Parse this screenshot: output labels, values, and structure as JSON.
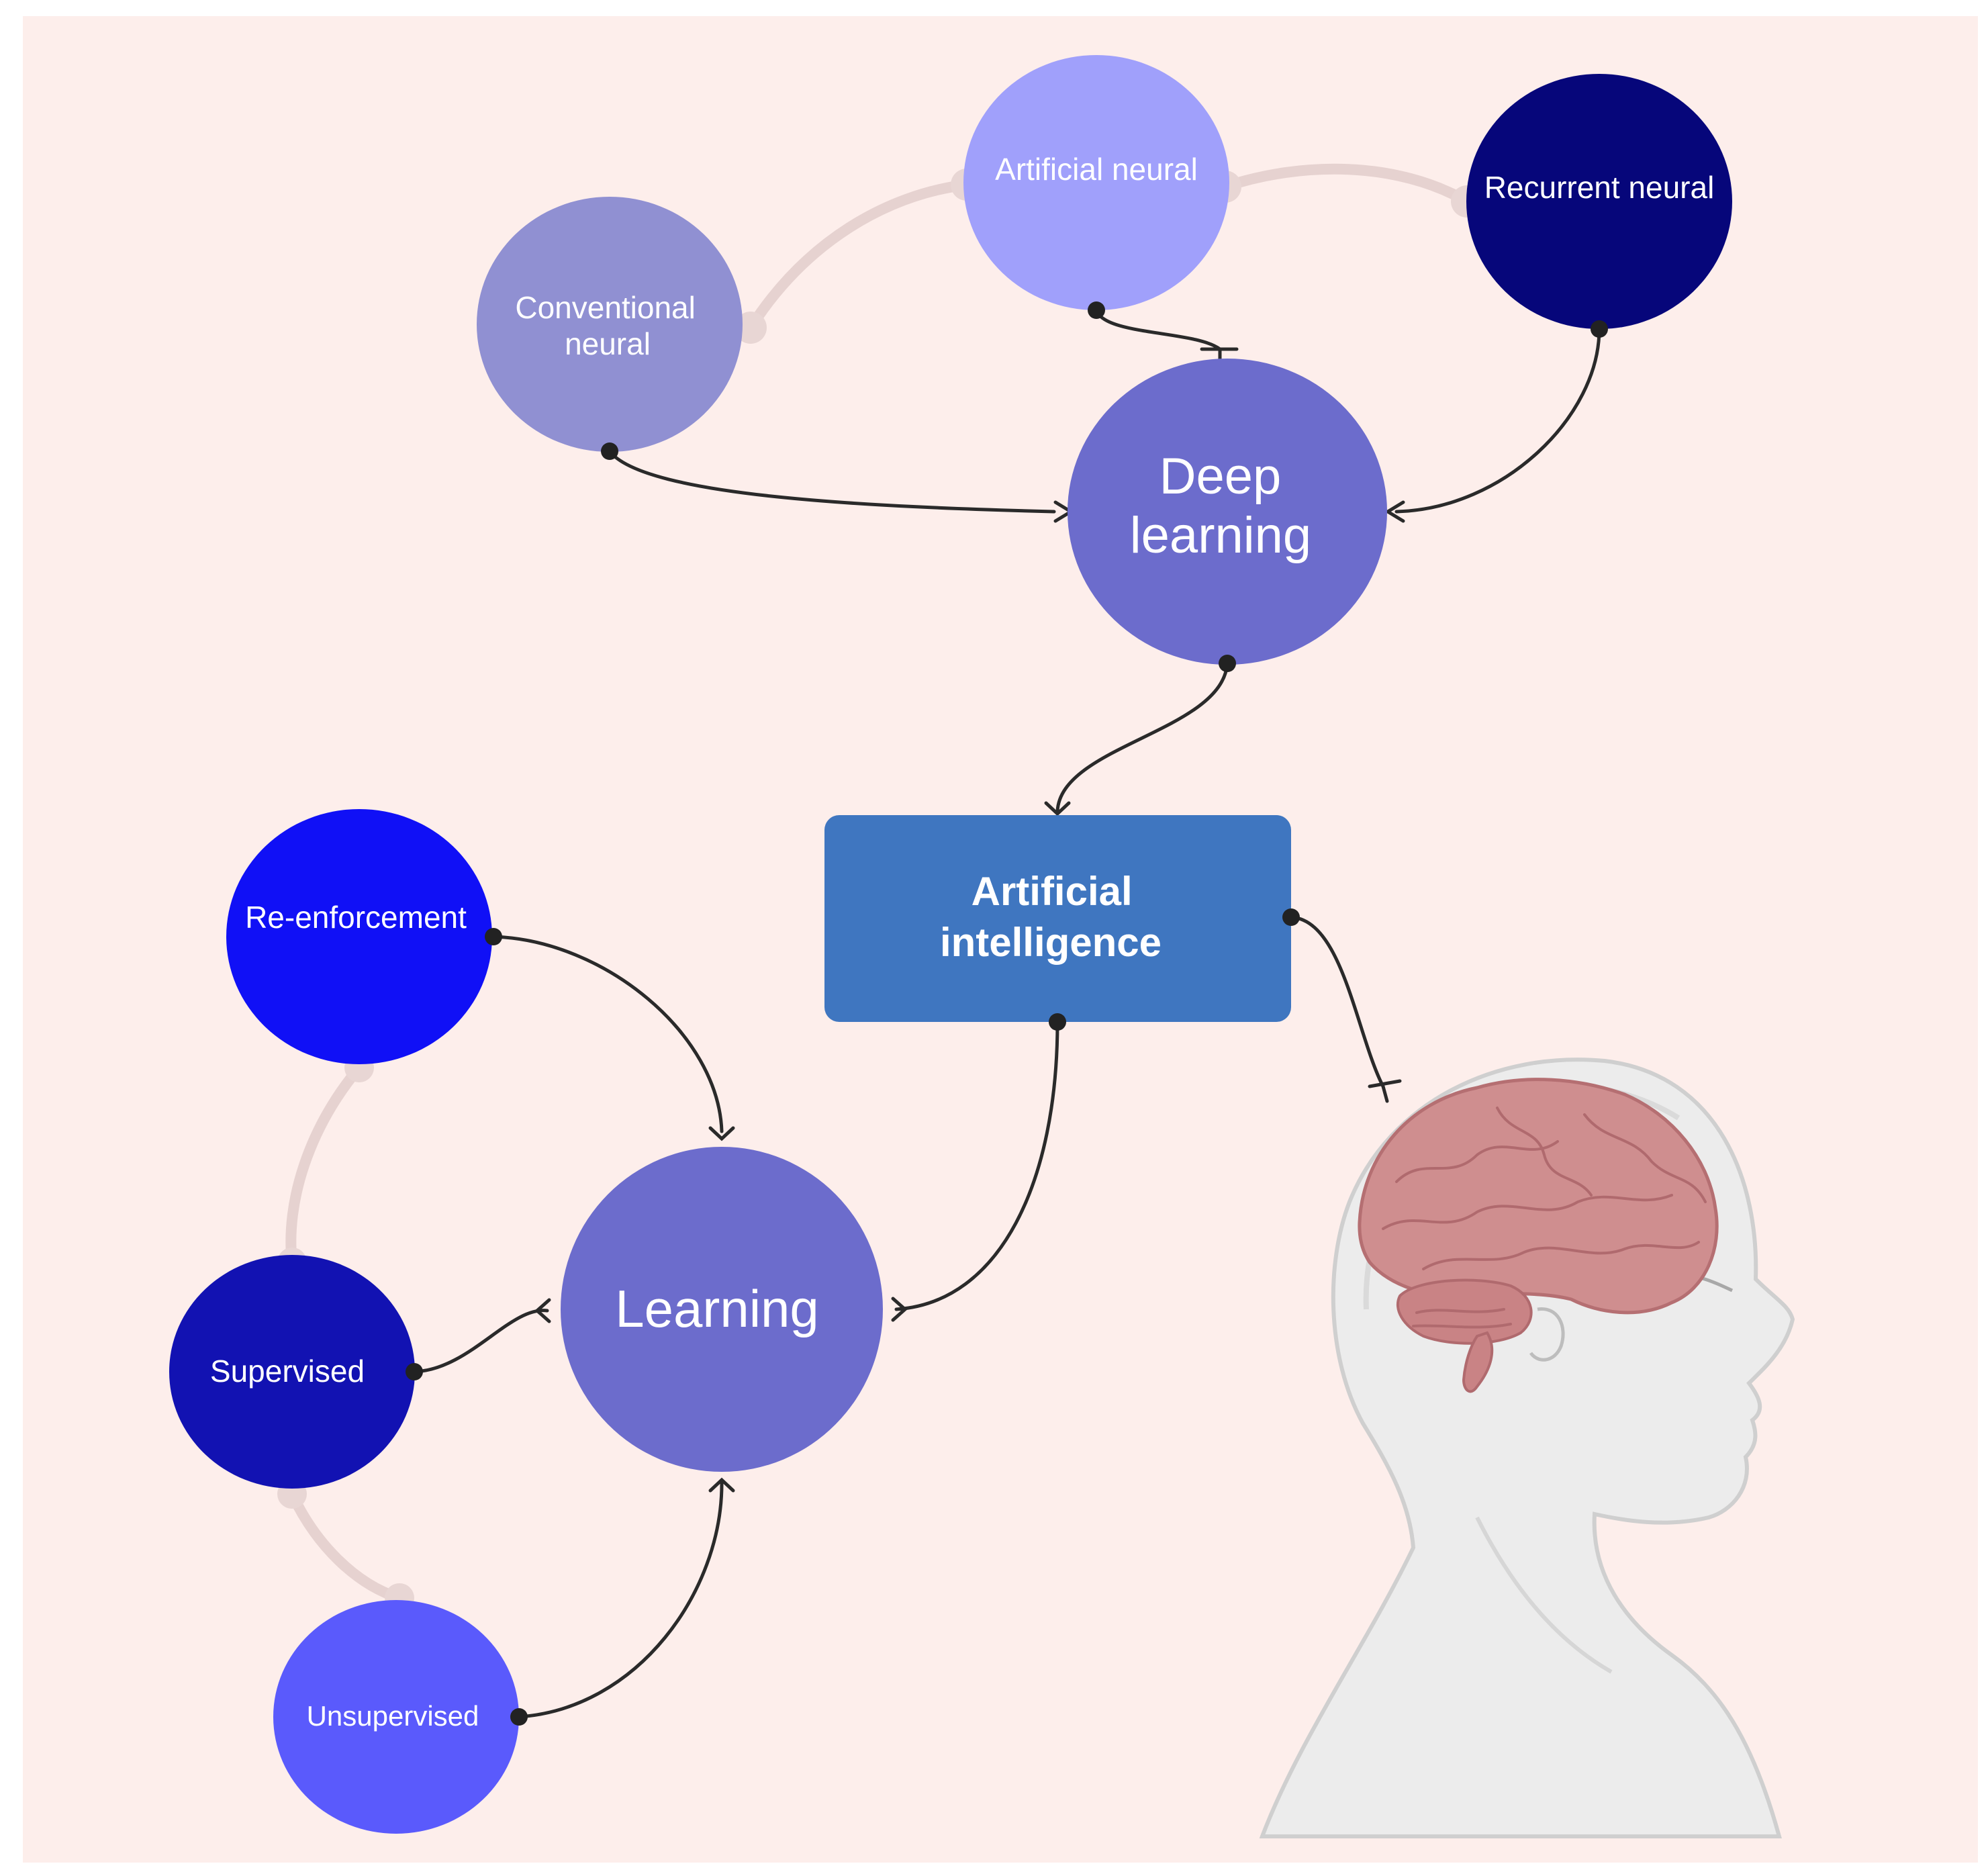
{
  "colors": {
    "background": "#fdeeeb",
    "connector": "#2a2a2a",
    "soft_link": "#e6d2d0",
    "node_label": "#ffffff",
    "ai_box": "#3f76c0",
    "skin": "#ececec",
    "brain": "#cf8e8f"
  },
  "nodes": {
    "artificial_neural": {
      "label": [
        "Artificial neural"
      ],
      "color": "#a0a0fb"
    },
    "recurrent_neural": {
      "label": [
        "Recurrent neural"
      ],
      "color": "#06067a"
    },
    "conventional_neural": {
      "label": [
        "Conventional",
        "neural"
      ],
      "color": "#9090d2"
    },
    "deep_learning": {
      "label": [
        "Deep",
        "learning"
      ],
      "color": "#6c6ccc"
    },
    "artificial_intelligence": {
      "label": [
        "Artificial",
        "intelligence"
      ],
      "color": "#3f76c0"
    },
    "re_enforcement": {
      "label": [
        "Re-enforcement"
      ],
      "color": "#1010f6"
    },
    "learning": {
      "label": [
        "Learning"
      ],
      "color": "#6c6ccc"
    },
    "supervised": {
      "label": [
        "Supervised"
      ],
      "color": "#1212b2"
    },
    "unsupervised": {
      "label": [
        "Unsupervised"
      ],
      "color": "#5a5afc"
    }
  },
  "icons": {
    "head": "human-head-profile-with-brain-icon"
  }
}
